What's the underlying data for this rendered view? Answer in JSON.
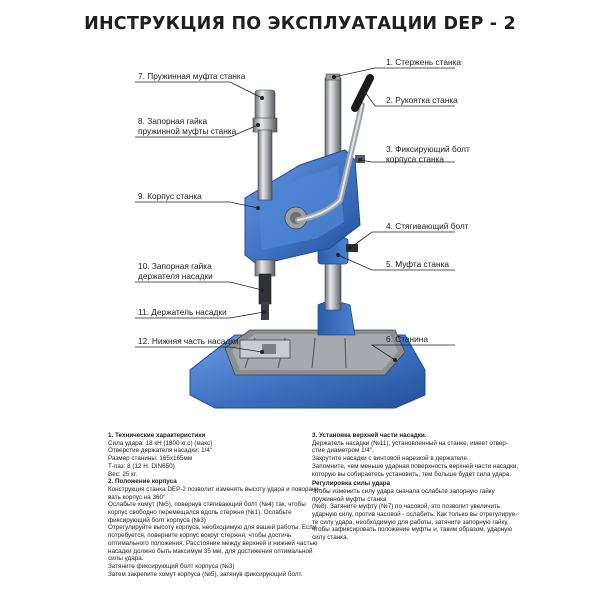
{
  "page": {
    "title": "ИНСТРУКЦИЯ ПО ЭКСПЛУАТАЦИИ DEP - 2"
  },
  "colors": {
    "machine_blue": "#3f74c4",
    "machine_blue_dark": "#24509a",
    "steel": "#b9bcc0",
    "steel_dark": "#555a60",
    "line": "#222222"
  },
  "callouts": {
    "right": [
      {
        "label": "1. Стержень станка"
      },
      {
        "label": "2. Рукоятка станка"
      },
      {
        "label": "3. Фиксирующий болт\nкорпуса станка"
      },
      {
        "label": "4. Стягивающий болт"
      },
      {
        "label": "5. Муфта станка"
      },
      {
        "label": "6. Станина"
      }
    ],
    "left": [
      {
        "label": "7. Пружинная муфта станка"
      },
      {
        "label": "8. Запорная гайка\nпружинной муфты станка"
      },
      {
        "label": "9. Корпус станка"
      },
      {
        "label": "10. Запорная гайка\nдержателя насадки"
      },
      {
        "label": "11. Держатель насадки"
      },
      {
        "label": "12. Нижняя часть насадки"
      }
    ]
  },
  "instructions": {
    "left_column": [
      {
        "type": "head",
        "text": "1. Технические характеристики"
      },
      {
        "type": "line",
        "text": "Сила удара: 18 кН (1800 кг.с) (макс)"
      },
      {
        "type": "line",
        "text": "Отверстие держателя насадки: 1/4\""
      },
      {
        "type": "line",
        "text": "Размер станины: 165х165мм"
      },
      {
        "type": "line",
        "text": "Т-паз: 8 (12 Н. DIN650)"
      },
      {
        "type": "line",
        "text": "Вес: 25 кг."
      },
      {
        "type": "head",
        "text": "2. Положение корпуса"
      },
      {
        "type": "line",
        "text": "Конструкция станка DEP-2 позволит изменять высоту удара и поворачи-"
      },
      {
        "type": "line",
        "text": "вать корпус на 360°"
      },
      {
        "type": "line",
        "text": "Ослабьте хомут (№5), повернув стягивающий болт (№4) так, чтобы"
      },
      {
        "type": "line",
        "text": "корпус свободно перемещался вдоль стержня (№1). Ослабьте"
      },
      {
        "type": "line",
        "text": "фиксирующий болт корпуса (№3)"
      },
      {
        "type": "line",
        "text": "Отрегулируйте высоту корпуса, необходимую для вашей работы. Если"
      },
      {
        "type": "line",
        "text": "потребуется, поверните корпус вокруг стержня, чтобы достичь"
      },
      {
        "type": "line",
        "text": "оптимального положения. Расстояние между верхней и нижней частью"
      },
      {
        "type": "line",
        "text": "насадки должно быть максимум 35 мм, для достижения оптимальной"
      },
      {
        "type": "line",
        "text": "силы удара."
      },
      {
        "type": "line",
        "text": "Затяните фиксирующий болт корпуса (№3)"
      },
      {
        "type": "line",
        "text": "Затем закрепите хомут корпуса (№5), затянув фиксирующий болт."
      }
    ],
    "right_column": [
      {
        "type": "head",
        "text": "3. Установка верхней части насадки."
      },
      {
        "type": "line",
        "text": "Держатель насадки (№11), установленный на станке, имеет отвер-"
      },
      {
        "type": "line",
        "text": "стие диаметром 1/4\"."
      },
      {
        "type": "line",
        "text": "Закрутите насадки с винтовой нарезкой в держателе."
      },
      {
        "type": "line",
        "text": "Запомните, чем меньше ударная поверхность верхней части насадки,"
      },
      {
        "type": "line",
        "text": "которую вы собираетесь установить, тем больше будет сила удара."
      },
      {
        "type": "gap",
        "text": ""
      },
      {
        "type": "head",
        "text": "Регулировка силы удара"
      },
      {
        "type": "line",
        "text": "Чтобы изменить силу удара сначала ослабьте запорную гайку"
      },
      {
        "type": "line",
        "text": "пружинной муфты станка"
      },
      {
        "type": "line",
        "text": "(№8). Затяните муфту (№7) по часовой, это позволит увеличить"
      },
      {
        "type": "line",
        "text": "ударную силу, против часовой - ослабить. Как только вы отрегулируе-"
      },
      {
        "type": "line",
        "text": "те силу удара, необходимую для работы, затяните запорную гайку,"
      },
      {
        "type": "line",
        "text": "чтобы зафиксировать положение муфты и, таким образом, ударную"
      },
      {
        "type": "line",
        "text": "силу станка."
      }
    ]
  }
}
